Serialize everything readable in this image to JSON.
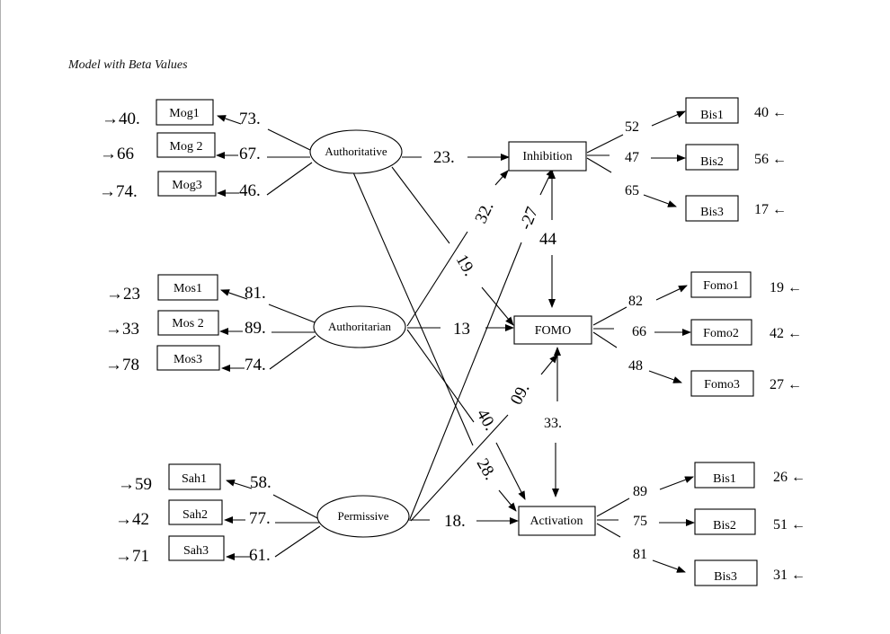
{
  "caption": "Model with Beta Values",
  "latent": {
    "authoritative": "Authoritative",
    "authoritarian": "Authoritarian",
    "permissive": "Permissive"
  },
  "outcomes": {
    "inhibition": "Inhibition",
    "fomo": "FOMO",
    "activation": "Activation"
  },
  "left_indicators": {
    "authoritative": [
      {
        "label": "Mog1",
        "loading": "73.",
        "error": "→40."
      },
      {
        "label": "Mog 2",
        "loading": "67.",
        "error": "→66"
      },
      {
        "label": "Mog3",
        "loading": "46.",
        "error": "→74."
      }
    ],
    "authoritarian": [
      {
        "label": "Mos1",
        "loading": "81.",
        "error": "→23"
      },
      {
        "label": "Mos 2",
        "loading": "89.",
        "error": "→33"
      },
      {
        "label": "Mos3",
        "loading": "74.",
        "error": "→78"
      }
    ],
    "permissive": [
      {
        "label": "Sah1",
        "loading": "58.",
        "error": "→59"
      },
      {
        "label": "Sah2",
        "loading": "77.",
        "error": "→42"
      },
      {
        "label": "Sah3",
        "loading": "61.",
        "error": "→71"
      }
    ]
  },
  "right_indicators": {
    "inhibition": [
      {
        "label": "Bis1",
        "loading": "52",
        "error": "40 ←"
      },
      {
        "label": "Bis2",
        "loading": "47",
        "error": "56 ←"
      },
      {
        "label": "Bis3",
        "loading": "65",
        "error": "17 ←"
      }
    ],
    "fomo": [
      {
        "label": "Fomo1",
        "loading": "82",
        "error": "19 ←"
      },
      {
        "label": "Fomo2",
        "loading": "66",
        "error": "42 ←"
      },
      {
        "label": "Fomo3",
        "loading": "48",
        "error": "27 ←"
      }
    ],
    "activation": [
      {
        "label": "Bis1",
        "loading": "89",
        "error": "26 ←"
      },
      {
        "label": "Bis2",
        "loading": "75",
        "error": "51 ←"
      },
      {
        "label": "Bis3",
        "loading": "81",
        "error": "31 ←"
      }
    ]
  },
  "paths": {
    "authoritative_inhibition": "23.",
    "authoritarian_inhibition": "32.",
    "permissive_inhibition": "-27",
    "authoritative_fomo": "19.",
    "authoritarian_fomo": "13",
    "permissive_fomo": "09.",
    "authoritative_activation": "40.",
    "authoritarian_activation": "28.",
    "permissive_activation": "18.",
    "inhibition_fomo": "44",
    "fomo_activation": "33."
  }
}
